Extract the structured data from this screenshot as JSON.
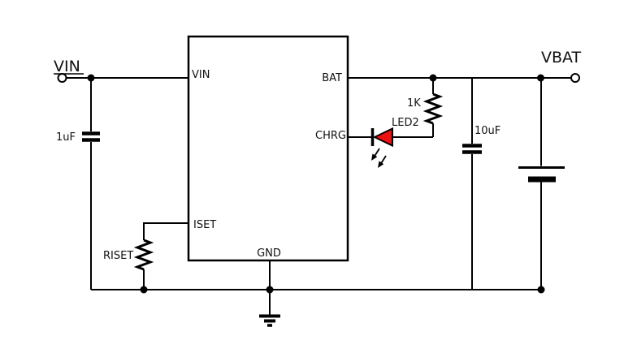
{
  "colors": {
    "background": "#ffffff",
    "wire": "#000000",
    "led_fill": "#ee1111"
  },
  "ports": {
    "input_label": "VIN",
    "output_label": "VBAT"
  },
  "ic": {
    "pins": {
      "vin": "VIN",
      "iset": "ISET",
      "bat": "BAT",
      "chrg": "CHRG",
      "gnd": "GND"
    }
  },
  "components": {
    "input_capacitor": "1uF",
    "iset_resistor": "RISET",
    "led_resistor": "1K",
    "led": "LED2",
    "output_capacitor": "10uF"
  }
}
